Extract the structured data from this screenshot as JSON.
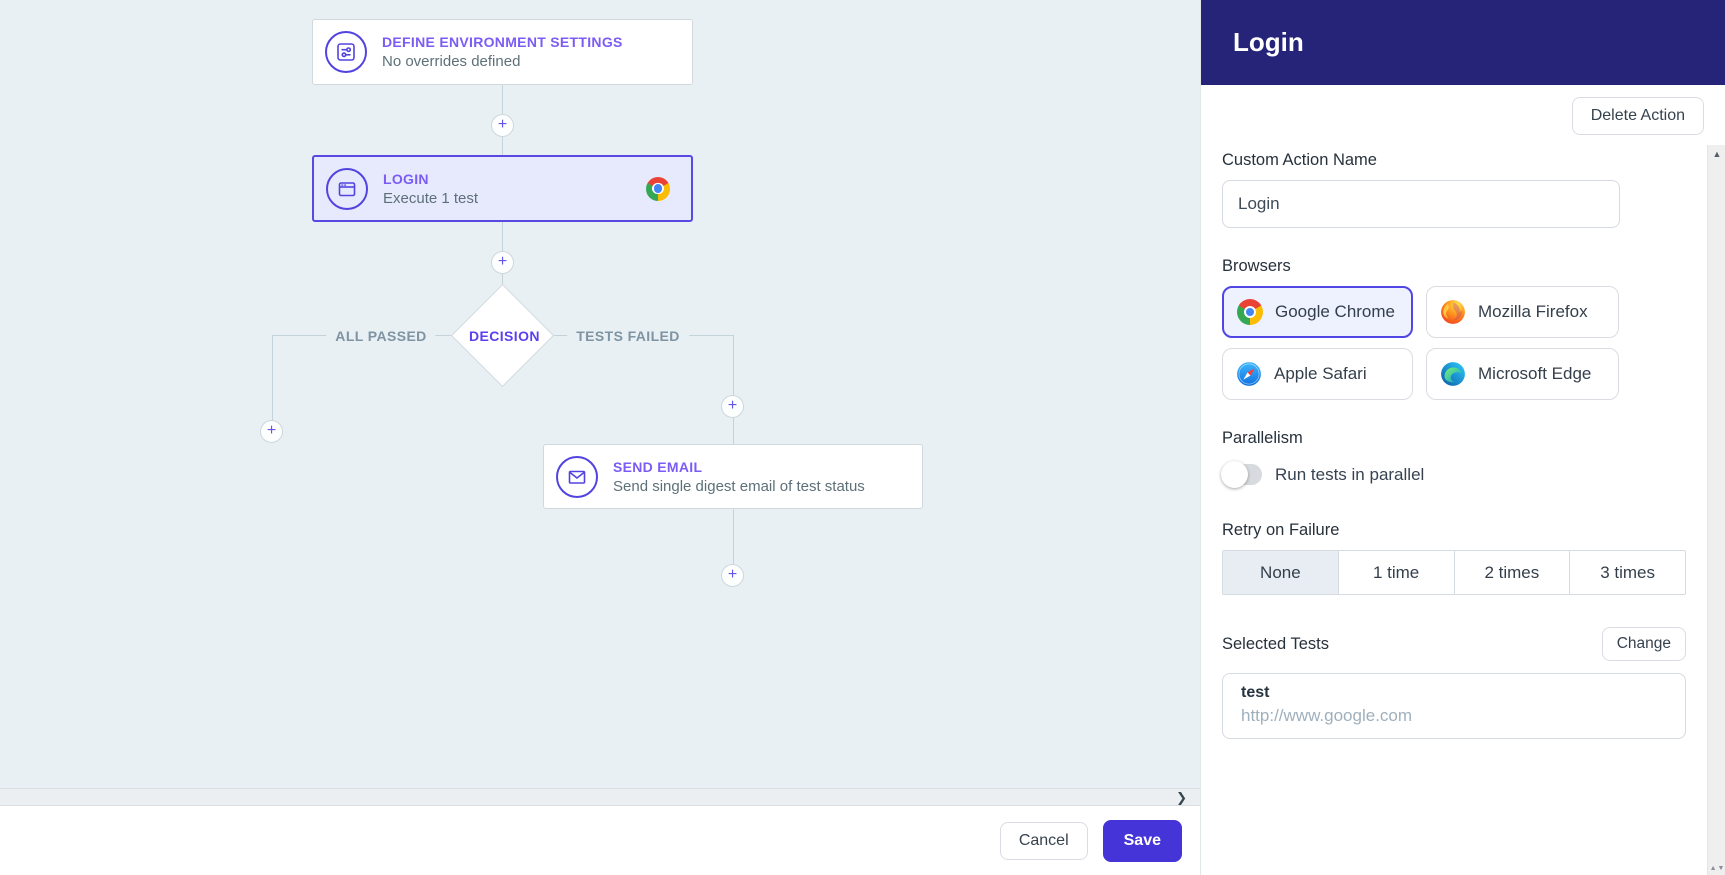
{
  "icons": {
    "plus": "+",
    "chevron_right": "❯",
    "scroll_up": "▲",
    "scroll_down": "▼"
  },
  "colors": {
    "canvas_bg": "#e9f0f3",
    "panel_header": "#262478",
    "accent_indigo": "#4f46e5",
    "save_button": "#4534d8",
    "node_title": "#7b5cf5",
    "decision_text": "#5b3ff0"
  },
  "canvas": {
    "nodes": [
      {
        "title": "DEFINE ENVIRONMENT SETTINGS",
        "subtitle": "No overrides defined",
        "icon": "settings-sliders-icon"
      },
      {
        "title": "LOGIN",
        "subtitle": "Execute 1 test",
        "icon": "browser-window-icon",
        "badge": "chrome-icon",
        "selected": true
      },
      {
        "title": "SEND EMAIL",
        "subtitle": "Send single digest email of test status",
        "icon": "envelope-icon"
      }
    ],
    "decision": {
      "label": "DECISION",
      "left_branch": "ALL PASSED",
      "right_branch": "TESTS FAILED"
    }
  },
  "footer": {
    "cancel_label": "Cancel",
    "save_label": "Save"
  },
  "panel": {
    "title": "Login",
    "delete_button": "Delete Action",
    "custom_action_name": {
      "label": "Custom Action Name",
      "value": "Login"
    },
    "browsers": {
      "label": "Browsers",
      "options": [
        {
          "name": "Google Chrome",
          "icon": "chrome-icon",
          "selected": true
        },
        {
          "name": "Mozilla Firefox",
          "icon": "firefox-icon",
          "selected": false
        },
        {
          "name": "Apple Safari",
          "icon": "safari-icon",
          "selected": false
        },
        {
          "name": "Microsoft Edge",
          "icon": "edge-icon",
          "selected": false
        }
      ]
    },
    "parallelism": {
      "label": "Parallelism",
      "toggle_label": "Run tests in parallel",
      "enabled": false
    },
    "retry": {
      "label": "Retry on Failure",
      "options": [
        "None",
        "1 time",
        "2 times",
        "3 times"
      ],
      "selected": "None"
    },
    "selected_tests": {
      "label": "Selected Tests",
      "change_button": "Change",
      "tests": [
        {
          "name": "test",
          "url": "http://www.google.com"
        }
      ]
    }
  }
}
